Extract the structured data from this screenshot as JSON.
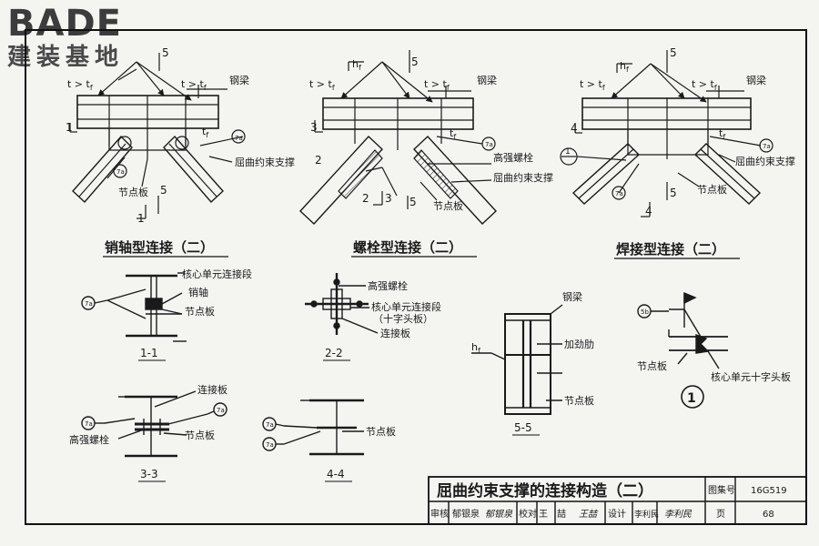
{
  "logo": {
    "brand": "BADE",
    "sub": "建装基地"
  },
  "drawings": {
    "top_left": {
      "label_t": "t > t",
      "sub_f": "f",
      "label_beam": "钢梁",
      "label_brace": "屈曲约束支撑",
      "label_gusset": "节点板",
      "sec_1": "1",
      "sec_5": "5",
      "weld": "7a",
      "tf": "t",
      "tf_sub": "f"
    },
    "top_mid": {
      "hf": "h",
      "hf_sub": "f",
      "label_t": "t > t",
      "sub_f": "f",
      "label_beam": "钢梁",
      "label_bolt": "高强螺栓",
      "label_brace": "屈曲约束支撑",
      "label_gusset": "节点板",
      "sec_2": "2",
      "sec_3": "3",
      "sec_5": "5",
      "weld": "7a",
      "tf": "t",
      "tf_sub": "f"
    },
    "top_right": {
      "hf": "h",
      "hf_sub": "f",
      "label_t": "t > t",
      "sub_f": "f",
      "label_beam": "钢梁",
      "label_brace": "屈曲约束支撑",
      "label_gusset": "节点板",
      "sec_4": "4",
      "sec_5": "5",
      "detail": "1",
      "weld": "7a",
      "tf": "t",
      "tf_sub": "f"
    }
  },
  "headings": {
    "pin": "销轴型连接（二）",
    "bolt": "螺栓型连接（二）",
    "weld": "焊接型连接（二）"
  },
  "sections": {
    "s11": {
      "caption": "1-1",
      "core": "核心单元连接段",
      "pin": "销轴",
      "gusset": "节点板",
      "weld": "7a"
    },
    "s22": {
      "caption": "2-2",
      "bolt": "高强螺栓",
      "core": "核心单元连接段",
      "core2": "（十字头板）",
      "plate": "连接板"
    },
    "s33": {
      "caption": "3-3",
      "plate": "连接板",
      "bolt": "高强螺栓",
      "gusset": "节点板",
      "weld": "7a"
    },
    "s44": {
      "caption": "4-4",
      "gusset": "节点板",
      "weld": "7a"
    },
    "s55": {
      "caption": "5-5",
      "beam": "钢梁",
      "stiff": "加劲肋",
      "gusset": "节点板",
      "hf": "h",
      "hf_sub": "f"
    },
    "det1": {
      "caption": "1",
      "gusset": "节点板",
      "core": "核心单元十字头板",
      "weld": "5b"
    }
  },
  "titleblock": {
    "title": "屈曲约束支撑的连接构造（二）",
    "atlas_label": "图集号",
    "atlas_no": "16G519",
    "review_label": "审核",
    "review_name": "郁银泉",
    "review_sig": "郁银泉",
    "check_label": "校对",
    "check_name": "王　喆",
    "check_sig": "王喆",
    "design_label": "设计",
    "design_name": "李利民",
    "design_sig": "李利民",
    "page_label": "页",
    "page_no": "68"
  }
}
